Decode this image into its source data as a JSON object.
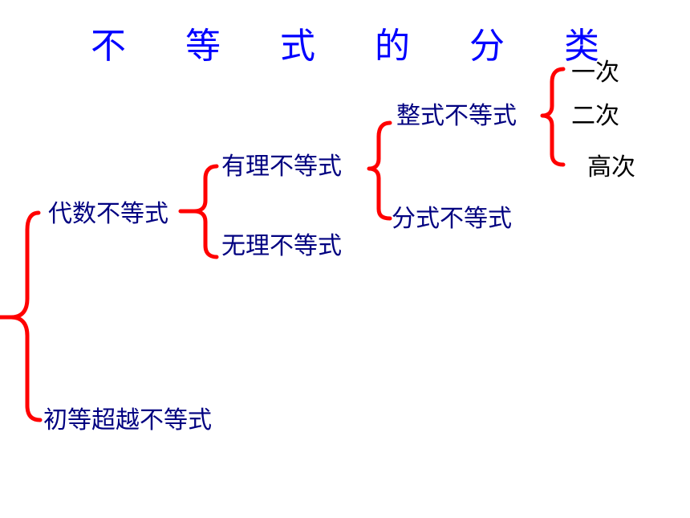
{
  "title": "不 等 式 的 分 类",
  "colors": {
    "title": "#0000ff",
    "nodes": "#000080",
    "leaves": "#000000",
    "bracket": "#ff0000"
  },
  "nodes": {
    "algebraic": "代数不等式",
    "transcendental": "初等超越不等式",
    "rational": "有理不等式",
    "irrational": "无理不等式",
    "integral": "整式不等式",
    "fractional": "分式不等式",
    "linear": "一次",
    "quadratic": "二次",
    "higher": "高次"
  }
}
